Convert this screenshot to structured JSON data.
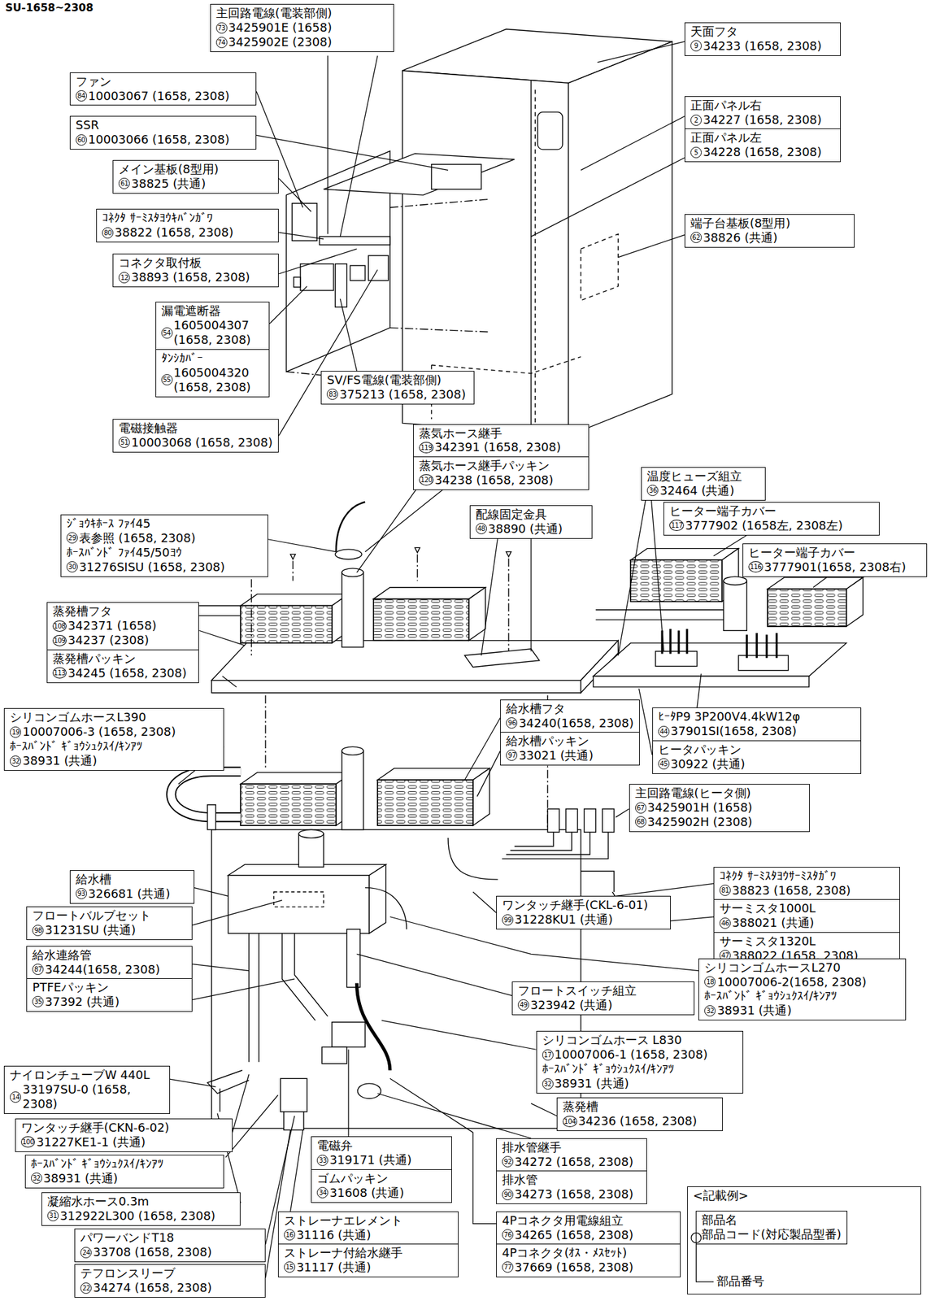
{
  "diagram": {
    "title": "SU-1658~2308",
    "nodes": [
      {
        "text": [
          "主回路電線(電装部側)",
          "73",
          "3425901E (1658)",
          "74",
          "3425902E (2308)"
        ]
      },
      {
        "text": [
          "天面フタ",
          "9",
          "34233 (1658, 2308)"
        ]
      },
      {
        "text": [
          "ファン",
          "84",
          "10003067 (1658, 2308)"
        ]
      },
      {
        "text": [
          "正面パネル右",
          "2",
          "34227 (1658, 2308)"
        ]
      },
      {
        "text": [
          "SSR",
          "60",
          "10003066 (1658, 2308)"
        ]
      },
      {
        "text": [
          "正面パネル左",
          "5",
          "34228 (1658, 2308)"
        ]
      },
      {
        "text": [
          "メイン基板(8型用)",
          "61",
          "38825 (共通)"
        ]
      },
      {
        "text": [
          "端子台基板(8型用)",
          "62",
          "38826 (共通)"
        ]
      },
      {
        "text": [
          "ｺﾈｸﾀ ｻｰﾐｽﾀﾖｳｷﾊﾞﾝｶﾞﾜ",
          "80",
          "38822 (1658, 2308)"
        ]
      },
      {
        "text": [
          "コネクタ取付板",
          "12",
          "38893 (1658, 2308)"
        ]
      },
      {
        "text": [
          "漏電遮断器",
          "54",
          "1605004307 (1658, 2308)"
        ]
      },
      {
        "text": [
          "ﾀﾝｼｶﾊﾞｰ",
          "55",
          "1605004320 (1658, 2308)"
        ]
      },
      {
        "text": [
          "SV/FS電線(電装部側)",
          "83",
          "375213 (1658, 2308)"
        ]
      },
      {
        "text": [
          "電磁接触器",
          "51",
          "10003068 (1658, 2308)"
        ]
      },
      {
        "text": [
          "蒸気ホース継手",
          "119",
          "342391 (1658, 2308)"
        ]
      },
      {
        "text": [
          "蒸気ホース継手パッキン",
          "120",
          "34238 (1658, 2308)"
        ]
      },
      {
        "text": [
          "温度ヒューズ組立",
          "36",
          "32464 (共通)"
        ]
      },
      {
        "text": [
          "ヒーター端子カバー",
          "117",
          "3777902 (1658左, 2308左)"
        ]
      },
      {
        "text": [
          "配線固定金具",
          "48",
          "38890 (共通)"
        ]
      },
      {
        "text": [
          "ｼﾞｮｳｷﾎｰｽ ﾌｧｲ45",
          "29",
          "表参照 (1658, 2308)",
          "ﾎｰｽﾊﾞﾝﾄﾞ ﾌｧｲ45/50ﾖｳ",
          "30",
          "31276SISU (1658, 2308)"
        ]
      },
      {
        "text": [
          "ヒーター端子カバー",
          "116",
          "3777901(1658, 2308右)"
        ]
      },
      {
        "text": [
          "蒸発槽フタ",
          "108",
          "342371 (1658)",
          "109",
          "34237 (2308)"
        ]
      },
      {
        "text": [
          "蒸発槽パッキン",
          "113",
          "34245 (1658, 2308)"
        ]
      },
      {
        "text": [
          "シリコンゴムホースL390",
          "19",
          "10007006-3 (1658, 2308)",
          "ﾎｰｽﾊﾞﾝﾄﾞ ｷﾞｮｳｼｭｸｽｲ/ｷﾝｱﾂ",
          "32",
          "38931 (共通)"
        ]
      },
      {
        "text": [
          "給水槽フタ",
          "96",
          "34240(1658, 2308)"
        ]
      },
      {
        "text": [
          "給水槽パッキン",
          "97",
          "33021 (共通)"
        ]
      },
      {
        "text": [
          "ﾋｰﾀP9 3P200V4.4kW12φ",
          "44",
          "37901SI(1658, 2308)"
        ]
      },
      {
        "text": [
          "ヒータパッキン",
          "45",
          "30922 (共通)"
        ]
      },
      {
        "text": [
          "主回路電線(ヒータ側)",
          "67",
          "3425901H (1658)",
          "68",
          "3425902H (2308)"
        ]
      },
      {
        "text": [
          "ｺﾈｸﾀ ｻｰﾐｽﾀﾖｳｻｰﾐｽﾀｶﾞﾜ",
          "81",
          "38823 (1658, 2308)"
        ]
      },
      {
        "text": [
          "サーミスタ1000L",
          "46",
          "388021 (共通)"
        ]
      },
      {
        "text": [
          "サーミスタ1320L",
          "47",
          "388022 (1658, 2308)"
        ]
      },
      {
        "text": [
          "給水槽",
          "93",
          "326681 (共通)"
        ]
      },
      {
        "text": [
          "フロートバルブセット",
          "98",
          "31231SU (共通)"
        ]
      },
      {
        "text": [
          "ワンタッチ継手(CKL-6-01)",
          "99",
          "31228KU1 (共通)"
        ]
      },
      {
        "text": [
          "給水連絡管",
          "87",
          "34244(1658, 2308)"
        ]
      },
      {
        "text": [
          "PTFEパッキン",
          "35",
          "37392 (共通)"
        ]
      },
      {
        "text": [
          "シリコンゴムホースL270",
          "18",
          "10007006-2(1658, 2308)",
          "ﾎｰｽﾊﾞﾝﾄﾞ ｷﾞｮｳｼｭｸｽｲ/ｷﾝｱﾂ",
          "32",
          "38931 (共通)"
        ]
      },
      {
        "text": [
          "フロートスイッチ組立",
          "49",
          "323942 (共通)"
        ]
      },
      {
        "text": [
          "シリコンゴムホース L830",
          "17",
          "10007006-1 (1658, 2308)",
          "ﾎｰｽﾊﾞﾝﾄﾞ ｷﾞｮｳｼｭｸｽｲ/ｷﾝｱﾂ",
          "32",
          "38931 (共通)"
        ]
      },
      {
        "text": [
          "蒸発槽",
          "104",
          "34236 (1658, 2308)"
        ]
      },
      {
        "text": [
          "ナイロンチューブW 440L",
          "14",
          "33197SU-0 (1658, 2308)"
        ]
      },
      {
        "text": [
          "ワンタッチ継手(CKN-6-02)",
          "100",
          "31227KE1-1 (共通)"
        ]
      },
      {
        "text": [
          "ﾎｰｽﾊﾞﾝﾄﾞ ｷﾞｮｳｼｭｸｽｲ/ｷﾝｱﾂ",
          "32",
          "38931 (共通)"
        ]
      },
      {
        "text": [
          "凝縮水ホース0.3m",
          "31",
          "312922L300 (1658, 2308)"
        ]
      },
      {
        "text": [
          "パワーバンドT18",
          "24",
          "33708 (1658, 2308)"
        ]
      },
      {
        "text": [
          "テフロンスリーブ",
          "22",
          "34274 (1658, 2308)"
        ]
      },
      {
        "text": [
          "電磁弁",
          "33",
          "319171 (共通)"
        ]
      },
      {
        "text": [
          "ゴムパッキン",
          "34",
          "31608 (共通)"
        ]
      },
      {
        "text": [
          "ストレーナエレメント",
          "16",
          "31116 (共通)"
        ]
      },
      {
        "text": [
          "ストレーナ付給水継手",
          "15",
          "31117 (共通)"
        ]
      },
      {
        "text": [
          "排水管継手",
          "92",
          "34272 (1658, 2308)"
        ]
      },
      {
        "text": [
          "排水管",
          "90",
          "34273 (1658, 2308)"
        ]
      },
      {
        "text": [
          "4Pコネクタ用電線組立",
          "76",
          "34265 (1658, 2308)"
        ]
      },
      {
        "text": [
          "4Pコネクタ(ｵｽ・ﾒｽｾｯﾄ)",
          "77",
          "37669 (1658, 2308)"
        ]
      },
      {
        "text": [
          "<記載例>",
          "部品番号"
        ]
      },
      {
        "text": [
          "部品名",
          "部品コード(対応製品型番)"
        ],
        "in": 55
      }
    ]
  }
}
